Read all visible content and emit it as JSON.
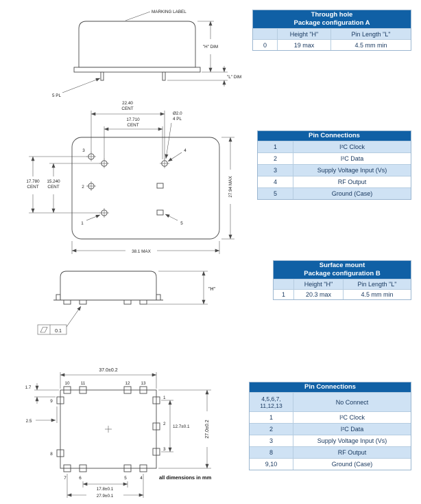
{
  "colors": {
    "table_header_bg": "#1060a5",
    "table_alt_row_bg": "#cfe2f4",
    "table_text": "#17375e",
    "drawing_line": "#4a4a4a"
  },
  "drawings": {
    "through_hole_side": {
      "marking_label": "MARKING LABEL",
      "h_dim": "\"H\" DIM",
      "l_dim": "\"L\" DIM",
      "places_note": "5 PL"
    },
    "through_hole_bottom": {
      "dim_h_outer": "22.40",
      "dim_h_inner": "17.710",
      "dim_v_outer": "17.780",
      "dim_v_inner": "15.240",
      "cent": "CENT",
      "hole_dia": "Ø2.0",
      "hole_places": "4 PL",
      "dim_height": "27.94 MAX",
      "dim_width": "38.1 MAX",
      "pins": [
        "1",
        "2",
        "3",
        "4",
        "5"
      ]
    },
    "smt_side": {
      "h_dim": "\"H\"",
      "flatness": "0.1"
    },
    "smt_bottom": {
      "dim_width": "37.0±0.2",
      "dim_height": "27.0±0.2",
      "dim_pin_v": "12.7±0.1",
      "dim_pin_h": "17.8±0.1",
      "dim_outer_h": "27.9±0.1",
      "dim_top_offset": "1.7",
      "dim_left_offset": "2.5",
      "pins_top": [
        "10",
        "11",
        "12",
        "13"
      ],
      "pins_bottom": [
        "7",
        "6",
        "5",
        "4"
      ],
      "pins_left": [
        "9",
        "8"
      ],
      "pins_right": [
        "1",
        "2",
        "3"
      ]
    },
    "footer_note": "all dimensions in mm"
  },
  "tables": {
    "config_a": {
      "title_line1": "Through hole",
      "title_line2": "Package configuration A",
      "col_height": "Height \"H\"",
      "col_pin_length": "Pin Length \"L\"",
      "row": {
        "id": "0",
        "height": "19 max",
        "pin_length": "4.5 mm min"
      }
    },
    "pin_connections_a": {
      "title": "Pin Connections",
      "rows": [
        {
          "pin": "1",
          "function": "I²C Clock"
        },
        {
          "pin": "2",
          "function": "I²C Data"
        },
        {
          "pin": "3",
          "function": "Supply Voltage Input (Vs)"
        },
        {
          "pin": "4",
          "function": "RF Output"
        },
        {
          "pin": "5",
          "function": "Ground (Case)"
        }
      ]
    },
    "config_b": {
      "title_line1": "Surface mount",
      "title_line2": "Package configuration B",
      "col_height": "Height \"H\"",
      "col_pin_length": "Pin Length \"L\"",
      "row": {
        "id": "1",
        "height": "20.3 max",
        "pin_length": "4.5 mm min"
      }
    },
    "pin_connections_b": {
      "title": "Pin Connections",
      "rows": [
        {
          "pin": "4,5,6,7,\n11,12,13",
          "function": "No Connect"
        },
        {
          "pin": "1",
          "function": "I²C Clock"
        },
        {
          "pin": "2",
          "function": "I²C Data"
        },
        {
          "pin": "3",
          "function": "Supply Voltage Input (Vs)"
        },
        {
          "pin": "8",
          "function": "RF Output"
        },
        {
          "pin": "9,10",
          "function": "Ground (Case)"
        }
      ]
    }
  }
}
